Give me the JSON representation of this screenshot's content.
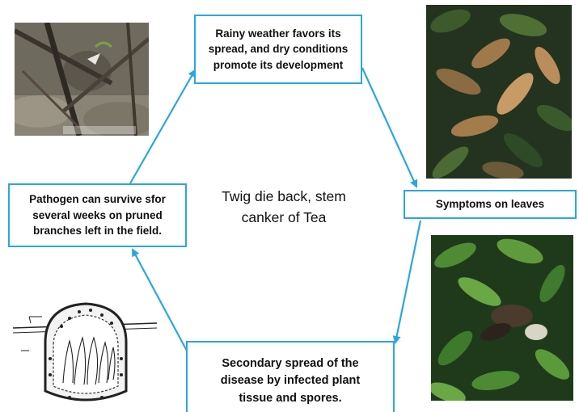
{
  "diagram": {
    "title": "Twig die back, stem\ncanker of Tea",
    "nodes": {
      "top": "Rainy weather favors its\nspread, and dry conditions\npromote its development",
      "right": "Symptoms on leaves",
      "bottom": "Secondary spread of the\ndisease by infected plant\ntissue and spores.",
      "left": "Pathogen can survive sfor\nseveral weeks on pruned\nbranches left in the field."
    },
    "cycle_order": [
      "top",
      "right",
      "bottom",
      "left"
    ],
    "colors": {
      "border": "#2aa7e0",
      "arrow": "#2aa7e0",
      "text": "#111111"
    }
  },
  "photos": {
    "top_left": "twig-photo",
    "top_right": "diseased-leaves-photo",
    "bottom_right": "infected-shoot-photo",
    "bottom_left": "pycnidium-sketch"
  }
}
